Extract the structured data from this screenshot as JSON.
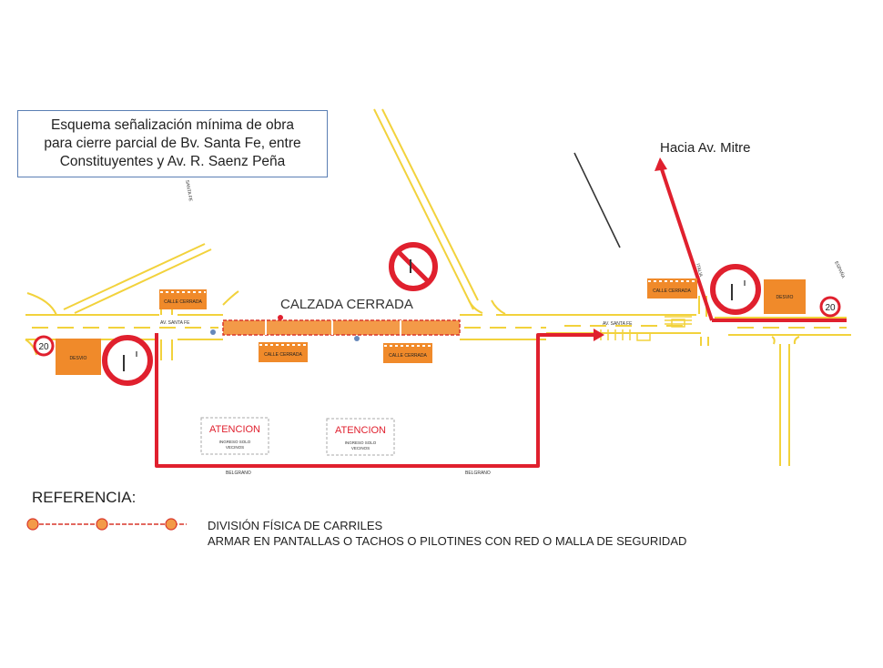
{
  "title": {
    "line1": "Esquema señalización mínima de obra",
    "line2": "para cierre parcial de Bv. Santa Fe, entre",
    "line3": "Constituyentes y Av. R. Saenz Peña"
  },
  "labels": {
    "calzada_cerrada": "CALZADA CERRADA",
    "hacia_mitre": "Hacia Av. Mitre",
    "av_santa_fe": "AV. SANTA FE",
    "belgrano": "BELGRANO",
    "espana": "ESPAÑA",
    "italia": "ITALIA",
    "sta_fe_vertical": "SANTA FE"
  },
  "signs": {
    "calle_cerrada": "CALLE CERRADA",
    "desvio": "DESVIO",
    "speed_limit": "20",
    "atencion": "ATENCION",
    "ingreso_line1": "INGRESO SOLO",
    "ingreso_line2": "VECINOS"
  },
  "reference": {
    "title": "REFERENCIA:",
    "line1": "DIVISIÓN FÍSICA DE CARRILES",
    "line2": "ARMAR EN PANTALLAS O TACHOS O PILOTINES CON RED O MALLA DE SEGURIDAD"
  },
  "colors": {
    "road": "#f2d23c",
    "detour": "#e0202e",
    "sign": "#f08a2a",
    "closure": "#f39a48"
  }
}
